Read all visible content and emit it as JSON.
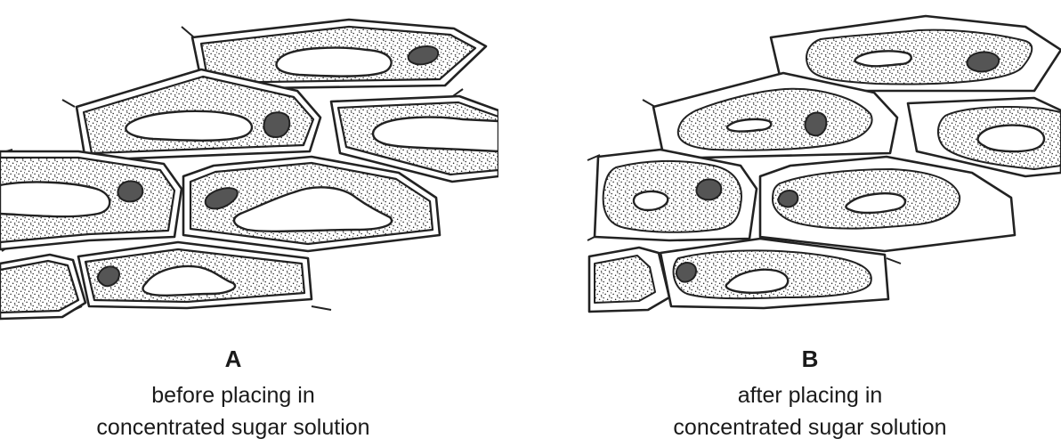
{
  "panels": [
    {
      "label": "A",
      "caption_line1": "before placing in",
      "caption_line2": "concentrated sugar solution"
    },
    {
      "label": "B",
      "caption_line1": "after placing in",
      "caption_line2": "concentrated sugar solution"
    }
  ],
  "colors": {
    "stipple": "#222222",
    "nucleus": "#555555",
    "outline": "#222222"
  }
}
